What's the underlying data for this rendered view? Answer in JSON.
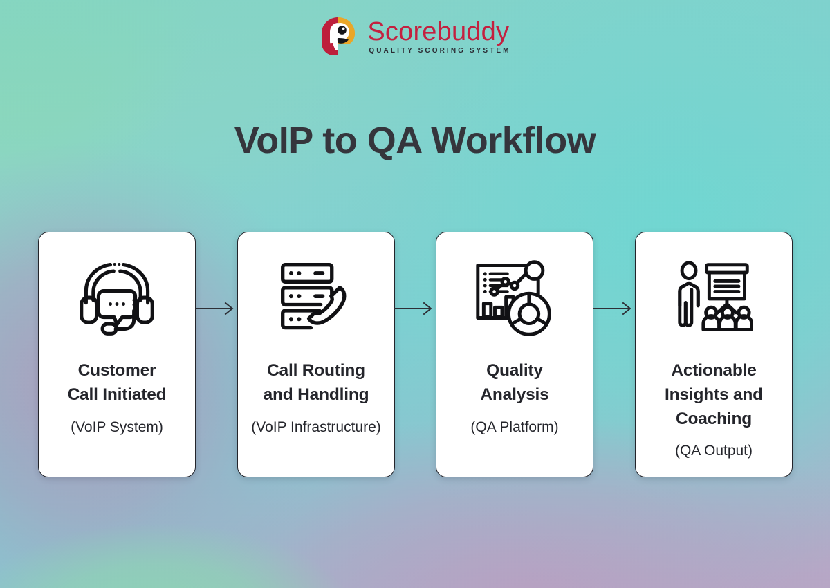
{
  "brand": {
    "name": "Scorebuddy",
    "tagline": "QUALITY SCORING SYSTEM",
    "logo_icon": "parrot-head-icon",
    "colors": {
      "wordmark": "#c4203f",
      "mark_red": "#bd1f3c",
      "mark_orange": "#eaa628",
      "tagline": "#2b2b33"
    }
  },
  "header": {
    "title": "VoIP to QA Workflow",
    "title_color": "#35353c"
  },
  "background": {
    "teal": "#7ed2cd",
    "green": "#8eda b2",
    "purple": "#b49ac0"
  },
  "flow": {
    "arrow_icon": "arrow-right-icon",
    "arrow_color": "#2d2f36",
    "steps": [
      {
        "icon": "headset-support-icon",
        "title": "Customer\nCall Initiated",
        "title_line_1": "Customer",
        "title_line_2": "Call Initiated",
        "subtitle": "(VoIP System)"
      },
      {
        "icon": "server-phone-icon",
        "title": "Call Routing\nand Handling",
        "title_line_1": "Call Routing",
        "title_line_2": "and Handling",
        "subtitle": "(VoIP Infrastructure)"
      },
      {
        "icon": "analytics-dashboard-icon",
        "title": "Quality\nAnalysis",
        "title_line_1": "Quality",
        "title_line_2": "Analysis",
        "subtitle": "(QA Platform)"
      },
      {
        "icon": "presentation-coaching-icon",
        "title": "Actionable\nInsights and\nCoaching",
        "title_line_1": "Actionable",
        "title_line_2": "Insights and",
        "title_line_3": "Coaching",
        "subtitle": "(QA Output)"
      }
    ]
  }
}
